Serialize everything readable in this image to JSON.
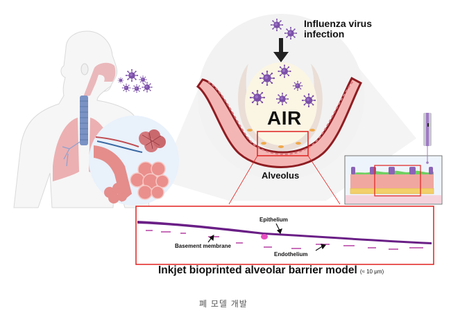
{
  "labels": {
    "infection_line1": "Influenza virus",
    "infection_line2": "infection",
    "air": "AIR",
    "alveolus": "Alveolus",
    "epithelium": "Epithelium",
    "basement_membrane": "Basement membrane",
    "endothelium": "Endothelium",
    "model_title": "Inkjet bioprinted alveolar barrier model",
    "model_scale": "(≈ 10 μm)",
    "caption": "폐 모델 개발"
  },
  "colors": {
    "virus": "#7b4fa8",
    "highlight_box": "#e0201e",
    "tissue_dark": "#8e1d22",
    "tissue_light": "#f4b6b4",
    "stain_purple": "#6a1f86",
    "stain_pink": "#e64fc0",
    "lung": "#eaa3a6",
    "airway": "#7a93c4",
    "background_circle": "#f2f2f2"
  }
}
